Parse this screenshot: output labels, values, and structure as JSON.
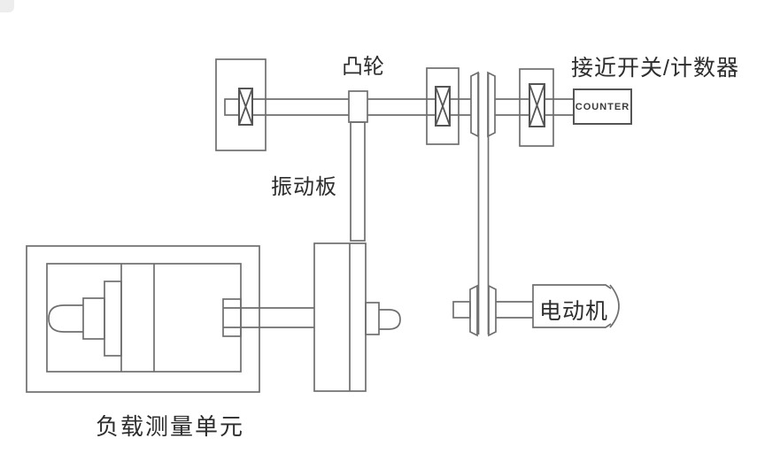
{
  "figure": {
    "type": "mechanical schematic",
    "parts": [
      "bearing-pedestal-left",
      "bearing-pedestal-middle",
      "bearing-pedestal-right",
      "cam",
      "follower-rod",
      "v-belt-pulley-upper",
      "v-belt-pulley-lower",
      "drive-belt",
      "counter-box",
      "flywheel-mass",
      "load-cell-probe",
      "pin-stub",
      "motor-body",
      "main-shaft",
      "motor-shaft"
    ]
  },
  "labels": {
    "cam": "凸轮",
    "proximity_switch_counter": "接近开关/计数器",
    "vibration_plate": "振动板",
    "counter_display": "COUNTER",
    "motor": "电动机",
    "load_measurement_unit": "负载测量单元"
  },
  "colors": {
    "background": "#ffffff",
    "line": "#6e6e6e",
    "line_dark": "#555555",
    "text": "#2d2d2d"
  }
}
